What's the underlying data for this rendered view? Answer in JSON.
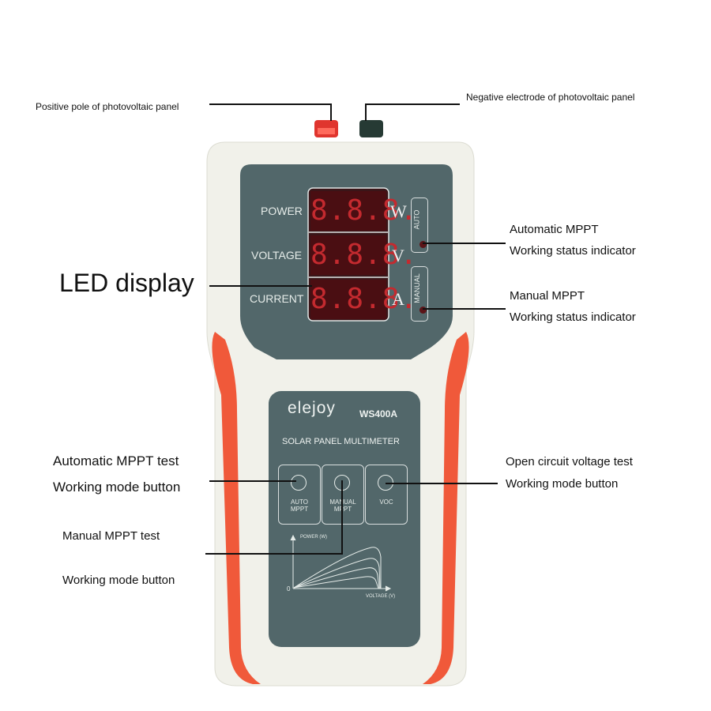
{
  "callouts": {
    "positive_pole": "Positive pole of photovoltaic panel",
    "negative_electrode": "Negative electrode of photovoltaic panel",
    "led_display": "LED display",
    "auto_indicator_line1": "Automatic MPPT",
    "auto_indicator_line2": "Working status indicator",
    "manual_indicator_line1": "Manual MPPT",
    "manual_indicator_line2": "Working status indicator",
    "auto_button_line1": "Automatic MPPT test",
    "auto_button_line2": "Working mode button",
    "manual_button_line1": "Manual MPPT test",
    "manual_button_line2": "Working mode button",
    "voc_button_line1": "Open circuit voltage test",
    "voc_button_line2": "Working mode button"
  },
  "device": {
    "brand": "elejoy",
    "model": "WS400A",
    "product_name": "SOLAR PANEL MULTIMETER",
    "display": {
      "rows": [
        {
          "label": "POWER",
          "value": "8.8.8.",
          "unit": "W"
        },
        {
          "label": "VOLTAGE",
          "value": "8.8.8.",
          "unit": "V"
        },
        {
          "label": "CURRENT",
          "value": "8.8.8.",
          "unit": "A"
        }
      ],
      "indicators": {
        "auto": "AUTO",
        "manual": "MANUAL"
      }
    },
    "buttons": {
      "auto": {
        "line1": "AUTO",
        "line2": "MPPT"
      },
      "manual": {
        "line1": "MANUAL",
        "line2": "MPPT"
      },
      "voc": {
        "line1": "VOC",
        "line2": ""
      }
    },
    "graph": {
      "y_label": "POWER (W)",
      "x_label": "VOLTAGE (V)",
      "origin": "0"
    }
  },
  "colors": {
    "shell": "#f1f1ea",
    "accent": "#f0593a",
    "panel": "#52676a",
    "led": "#c42a2f"
  }
}
